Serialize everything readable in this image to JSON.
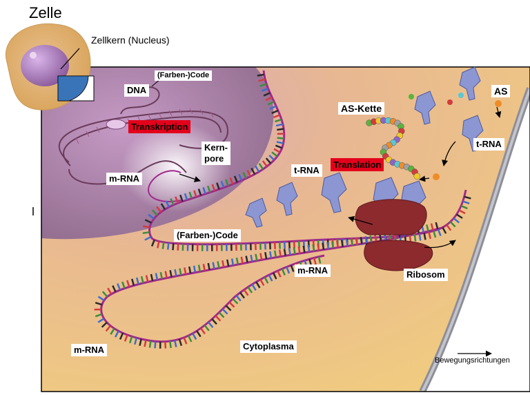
{
  "title": "Zelle",
  "labels": {
    "nucleus": "Zellkern (Nucleus)",
    "code_top": "(Farben-)Code",
    "dna": "DNA",
    "transkription": "Transkription",
    "kernpore": "Kern-\npore",
    "mrna_nucleus": "m-RNA",
    "code_mid": "(Farben-)Code",
    "trna_mid": "t-RNA",
    "translation": "Translation",
    "as_kette": "AS-Kette",
    "as": "AS",
    "trna_right": "t-RNA",
    "mrna_mid": "m-RNA",
    "ribosom": "Ribosom",
    "mrna_bottom": "m-RNA",
    "cytoplasma": "Cytoplasma",
    "bewegung": "Bewegungsrichtungen"
  },
  "colors": {
    "cytoplasm": "#f0c878",
    "nucleus": "#a07c9c",
    "membrane": "#9a9aa4",
    "mrna_strand": "#a0288c",
    "highlight": "#e3001b",
    "ribosome": "#8c2a2e",
    "trna": "#8c96d2"
  },
  "codon_colors": [
    "#2a2a2a",
    "#d23c3c",
    "#3c8c3c",
    "#3c6ec8"
  ]
}
